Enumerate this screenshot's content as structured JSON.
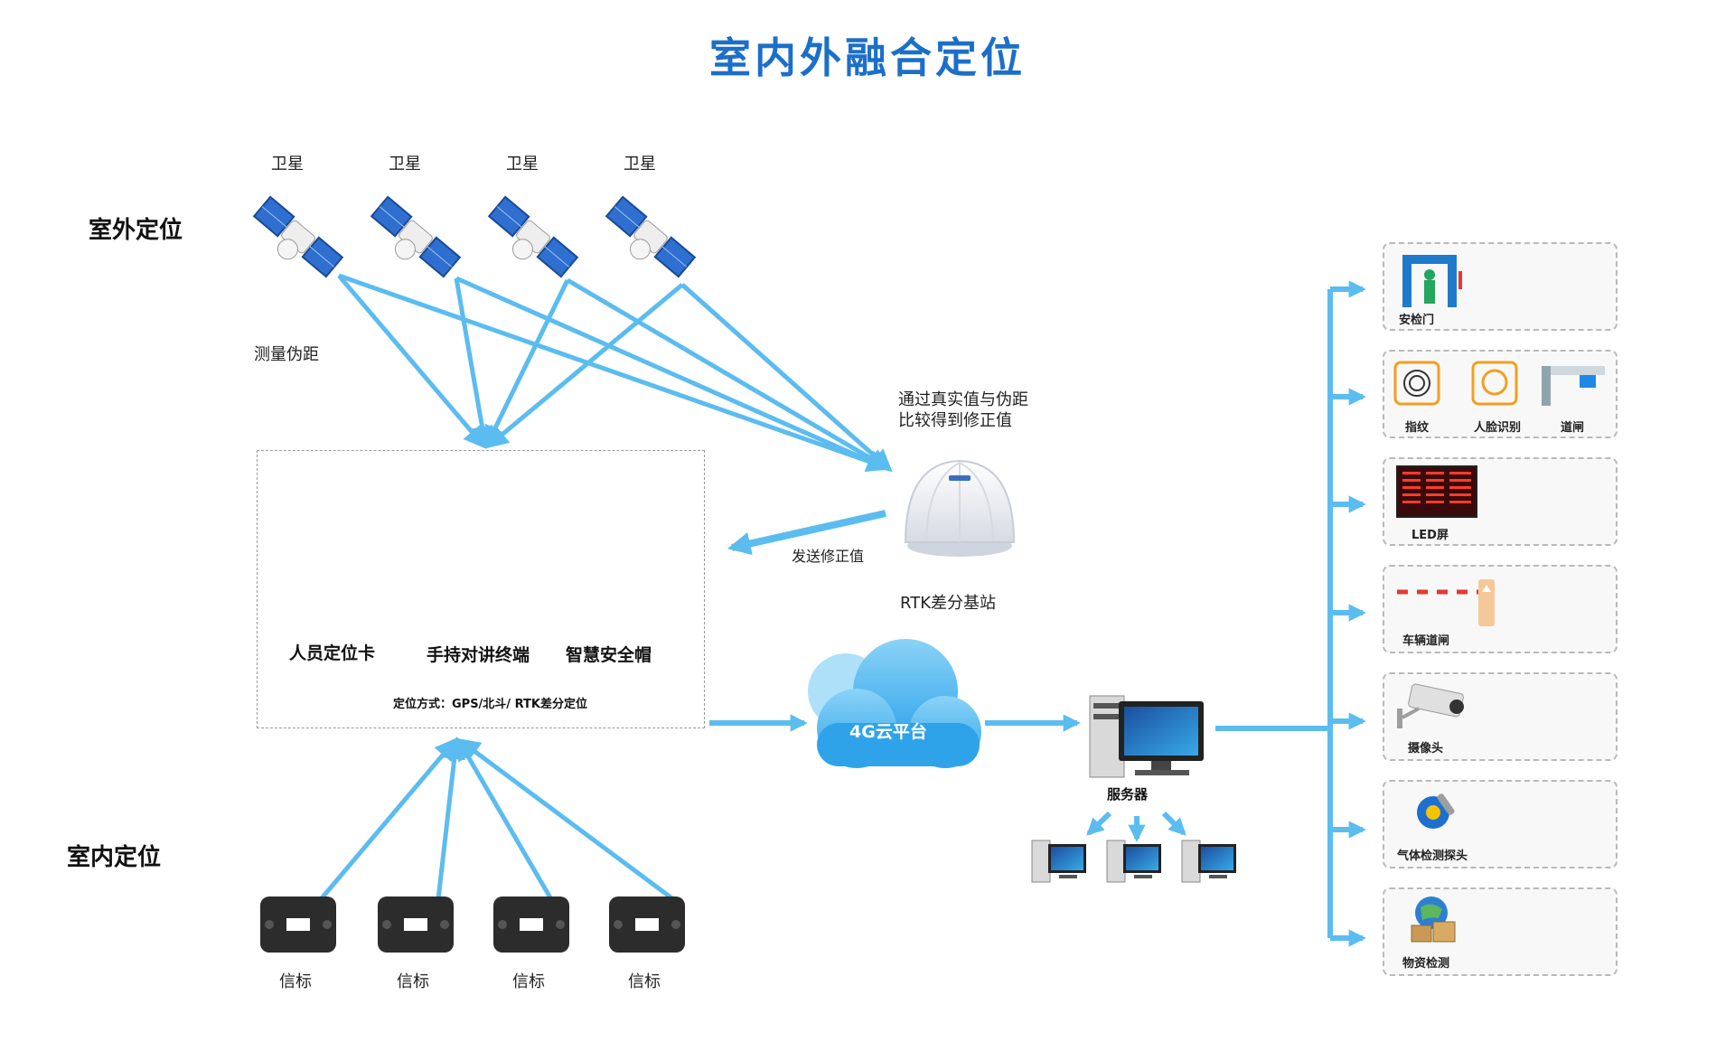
{
  "title": "室内外融合定位",
  "sections": {
    "outdoor": "室外定位",
    "indoor": "室内定位"
  },
  "satellites": [
    "卫星",
    "卫星",
    "卫星",
    "卫星"
  ],
  "annotations": {
    "pseudorange": "测量伪距",
    "correction_line1": "通过真实值与伪距",
    "correction_line2": "比较得到修正值",
    "send_correction": "发送修正值",
    "rtk_station": "RTK差分基站"
  },
  "devices": [
    "人员定位卡",
    "手持对讲终端",
    "智慧安全帽"
  ],
  "positioning_method": "定位方式：GPS/北斗/ RTK差分定位",
  "cloud": "4G云平台",
  "server": "服务器",
  "beacons": [
    "信标",
    "信标",
    "信标",
    "信标"
  ],
  "applications": [
    {
      "id": "security-gate",
      "labels": [
        "安检门"
      ]
    },
    {
      "id": "access",
      "labels": [
        "指纹",
        "人脸识别",
        "道闸"
      ]
    },
    {
      "id": "led",
      "labels": [
        "LED屏"
      ]
    },
    {
      "id": "barrier",
      "labels": [
        "车辆道闸"
      ]
    },
    {
      "id": "camera",
      "labels": [
        "摄像头"
      ]
    },
    {
      "id": "gas",
      "labels": [
        "气体检测探头"
      ]
    },
    {
      "id": "material",
      "labels": [
        "物资检测"
      ]
    }
  ],
  "colors": {
    "title": "#1c6fc8",
    "arrow": "#5bbcf0",
    "cloud": "#4ab3ef",
    "satellite_panel": "#2f6fd0"
  }
}
